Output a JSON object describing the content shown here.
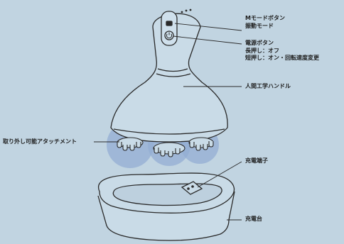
{
  "labels": {
    "m_mode_button": "Mモードボタン",
    "vibration_mode": "振動モード",
    "power_button": "電源ボタン",
    "long_press": "長押し：オフ",
    "short_press": "短押し：オン・回転速度変更",
    "ergonomic_handle": "人間工学ハンドル",
    "detachable_attachment": "取り外し可能アタッチメント",
    "charging_terminal": "充電端子",
    "charging_stand": "充電台"
  },
  "colors": {
    "background": "#c1d4e1",
    "line": "#2a2a2a",
    "device_fill": "#c9dbe7",
    "highlight_circle": "#93aed3"
  }
}
